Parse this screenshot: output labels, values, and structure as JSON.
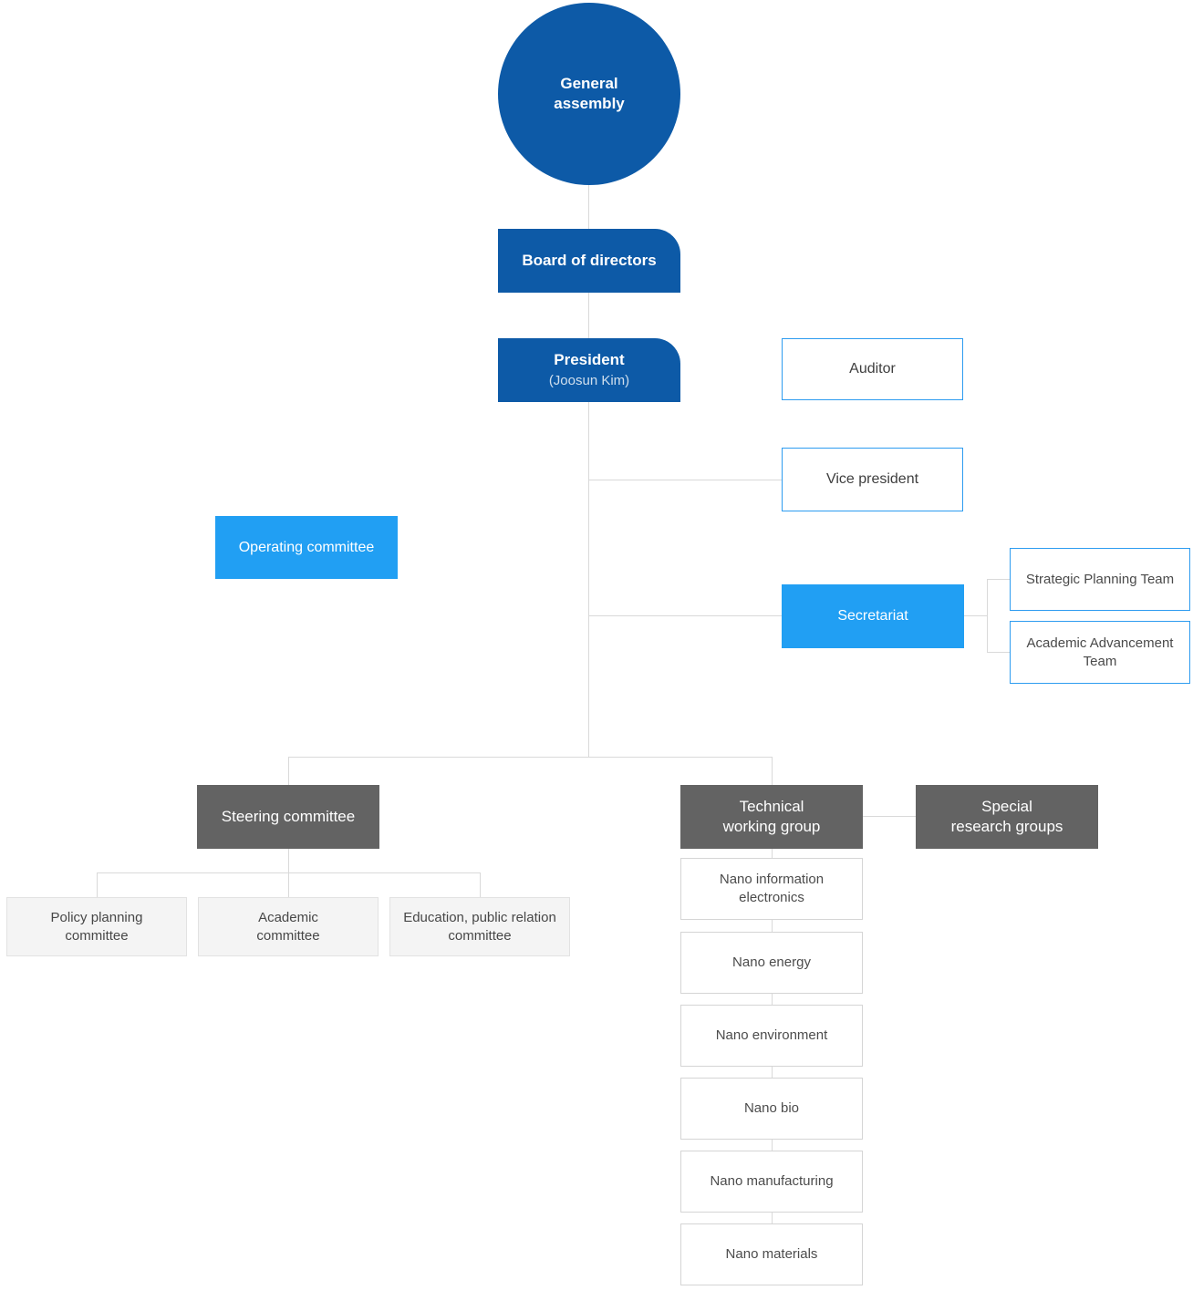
{
  "org": {
    "general_assembly": "General\nassembly",
    "board_of_directors": "Board of directors",
    "president": {
      "title": "President",
      "name": "(Joosun Kim)"
    },
    "auditor": "Auditor",
    "vice_president": "Vice president",
    "operating_committee": "Operating committee",
    "secretariat": "Secretariat",
    "secretariat_teams": [
      "Strategic Planning Team",
      "Academic Advancement\nTeam"
    ],
    "steering_committee": "Steering committee",
    "steering_subcommittees": [
      "Policy planning\ncommittee",
      "Academic\ncommittee",
      "Education, public relation\ncommittee"
    ],
    "technical_working_group": "Technical\nworking group",
    "special_research_groups": "Special\nresearch groups",
    "nano_groups": [
      "Nano information\nelectronics",
      "Nano energy",
      "Nano environment",
      "Nano bio",
      "Nano manufacturing",
      "Nano materials"
    ]
  },
  "colors": {
    "primary_navy": "#0d5aa7",
    "accent_blue": "#219ff3",
    "outline_blue": "#2d9cf0",
    "dark_gray": "#636363",
    "light_gray_fill": "#f4f4f4",
    "light_gray_border": "#e2e2e2",
    "nano_border": "#d5d5d5",
    "connector": "#d9d9d9",
    "text_dark": "#3e3e3e",
    "text_mid": "#4c4c4c"
  }
}
